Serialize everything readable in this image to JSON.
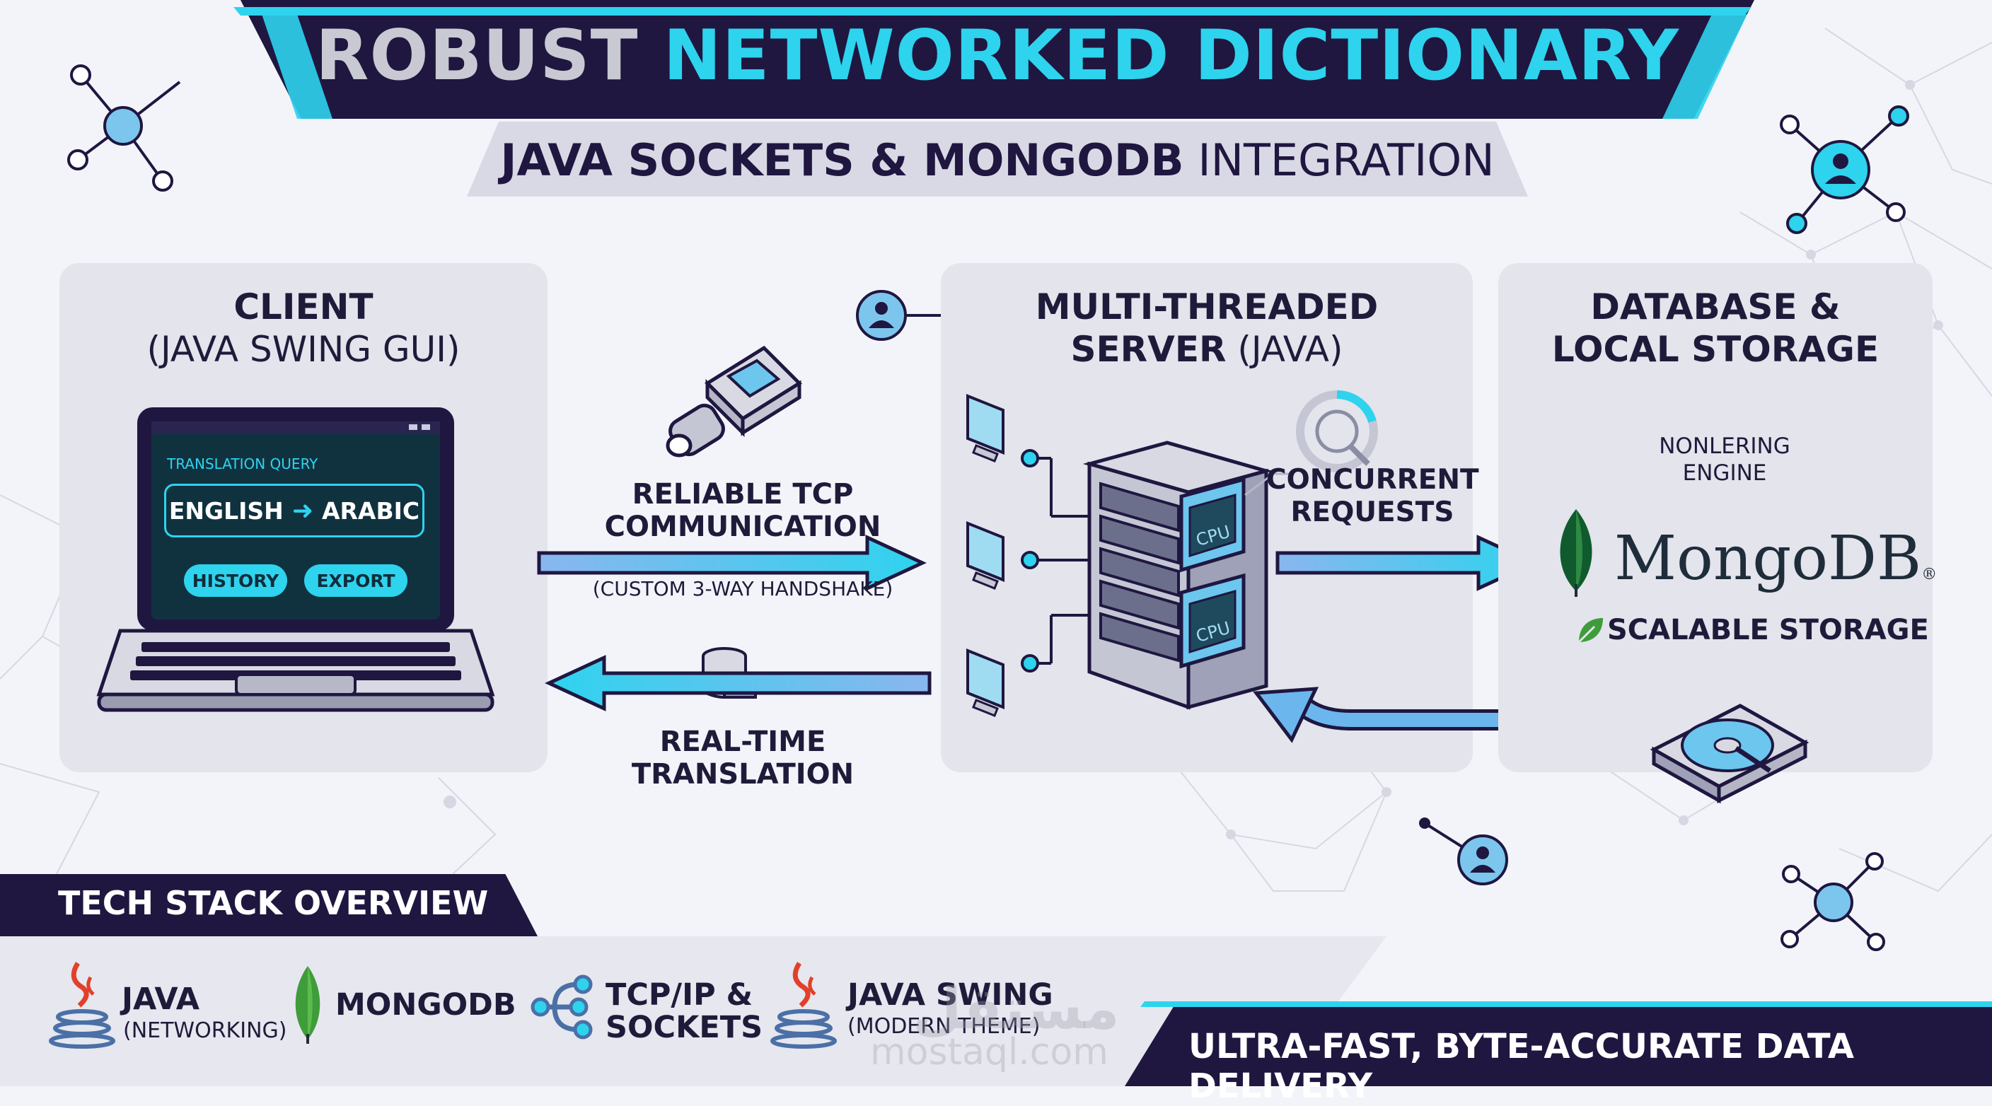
{
  "title": {
    "part1": "ROBUST ",
    "part2": "NETWORKED DICTIONARY"
  },
  "subtitle": {
    "bold": "JAVA SOCKETS & MONGODB",
    "light": " INTEGRATION"
  },
  "client_panel": {
    "title_line1": "CLIENT",
    "title_line2": "(JAVA SWING GUI)",
    "screen": {
      "caption": "TRANSLATION QUERY",
      "from_lang": "ENGLISH",
      "to_lang": "ARABIC",
      "history_button": "HISTORY",
      "export_button": "EXPORT"
    }
  },
  "flows": {
    "forward_line1": "RELIABLE TCP",
    "forward_line2": "COMMUNICATION",
    "forward_note": "(CUSTOM 3-WAY HANDSHAKE)",
    "return_line1": "REAL-TIME",
    "return_line2": "TRANSLATION"
  },
  "server_panel": {
    "title_line1": "MULTI-THREADED",
    "title_bold": "SERVER",
    "title_light": " (JAVA)",
    "concurrent_line1": "CONCURRENT",
    "concurrent_line2": "REQUESTS",
    "cpu_label": "CPU"
  },
  "database_panel": {
    "title_line1": "DATABASE &",
    "title_line2": "LOCAL STORAGE",
    "engine_line1": "NONLERING",
    "engine_line2": "ENGINE",
    "brand": "MongoDB",
    "storage_label": "SCALABLE STORAGE"
  },
  "tech_stack": {
    "header": "TECH STACK OVERVIEW",
    "items": [
      {
        "name": "JAVA",
        "sub": "(NETWORKING)",
        "icon": "java-cup-icon"
      },
      {
        "name": "MONGODB",
        "sub": "",
        "icon": "mongodb-leaf-icon"
      },
      {
        "name_line1": "TCP/IP &",
        "name_line2": "SOCKETS",
        "icon": "network-nodes-icon"
      },
      {
        "name": "JAVA SWING",
        "sub": "(MODERN THEME)",
        "icon": "java-cup-icon"
      }
    ]
  },
  "footer": "ULTRA-FAST, BYTE-ACCURATE DATA DELIVERY",
  "watermark": {
    "arabic": "مستقل",
    "latin": "mostaql.com"
  },
  "colors": {
    "navy": "#1f1740",
    "cyan": "#2ed3ee",
    "panel": "#e3e4ec",
    "blue_arrow": "#5aa9ee",
    "mongo_green": "#3f9c3a"
  }
}
